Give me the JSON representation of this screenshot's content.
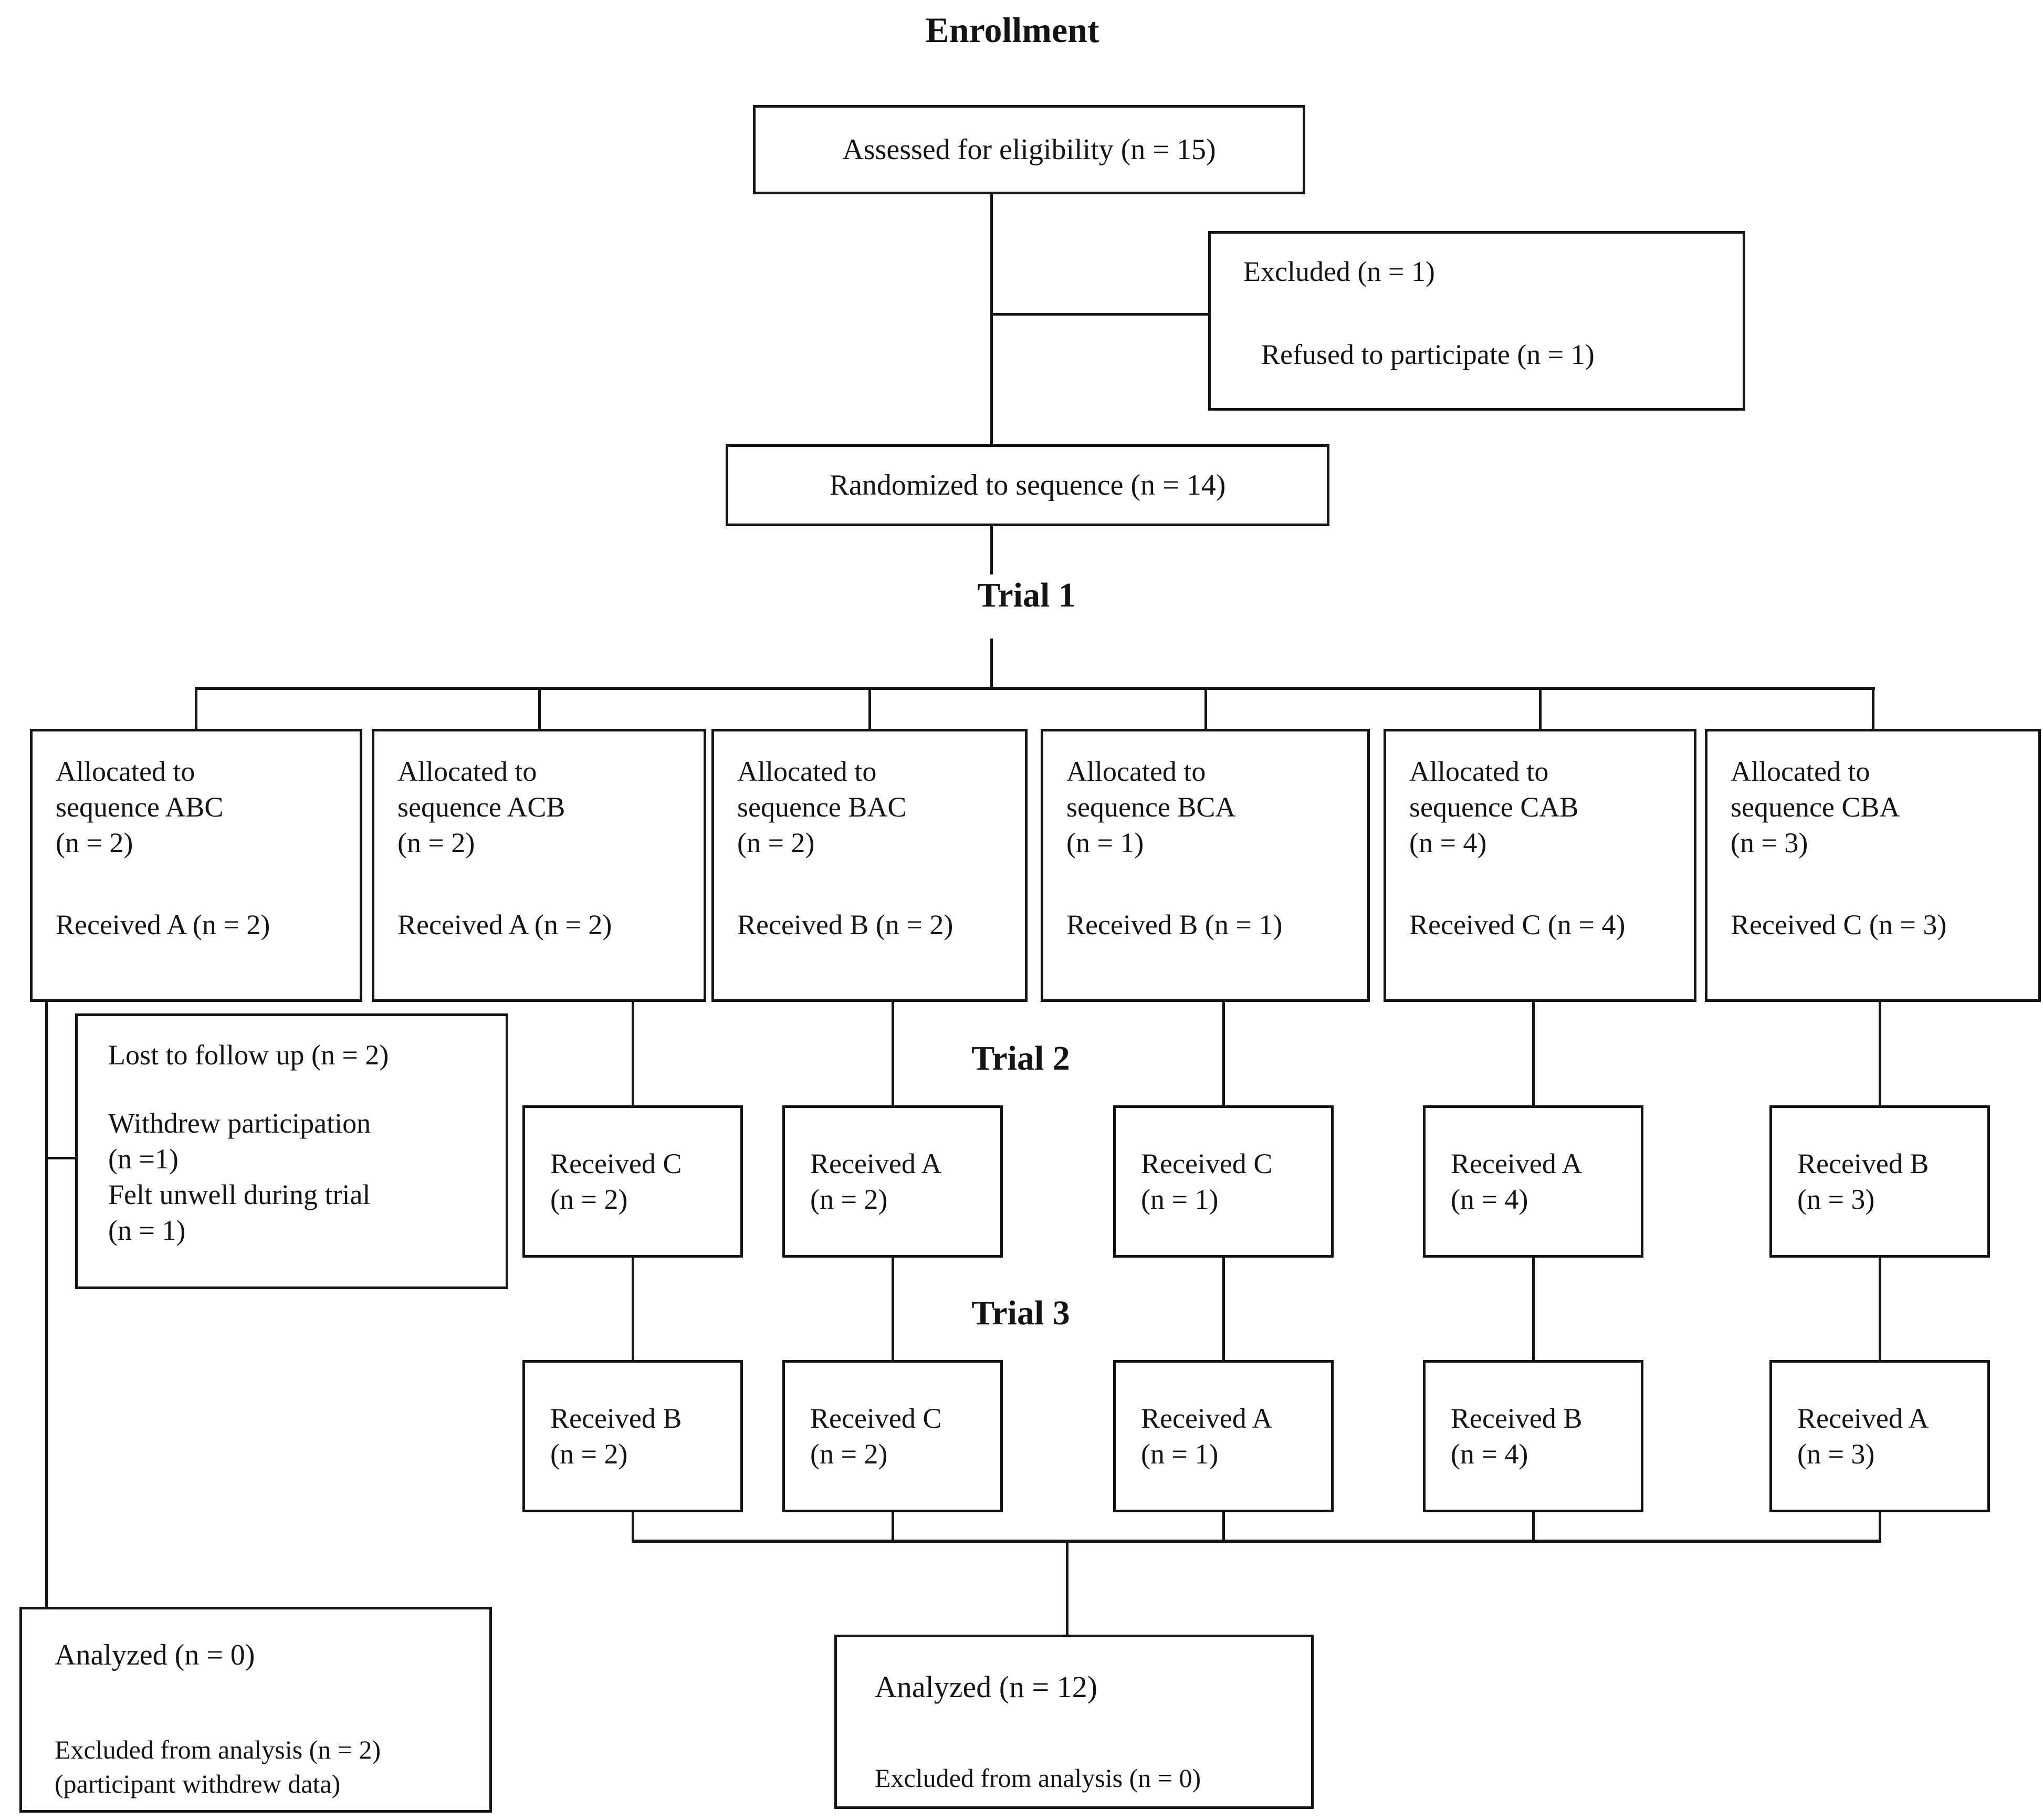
{
  "page": {
    "background": "#ffffff",
    "line_color": "#141414",
    "text_color": "#141414"
  },
  "headers": {
    "enrollment": "Enrollment",
    "trial1": "Trial 1",
    "trial2": "Trial 2",
    "trial3": "Trial 3"
  },
  "enrollment": {
    "assessed": "Assessed for eligibility (n = 15)",
    "excluded_title": "Excluded (n = 1)",
    "excluded_reason": "Refused to participate (n = 1)",
    "randomized": "Randomized to sequence (n = 14)"
  },
  "trial1_boxes": [
    {
      "l1": "Allocated to",
      "l2": "sequence ABC",
      "l3": "(n = 2)",
      "received": "Received A (n = 2)"
    },
    {
      "l1": "Allocated to",
      "l2": "sequence ACB",
      "l3": "(n = 2)",
      "received": "Received A (n = 2)"
    },
    {
      "l1": "Allocated to",
      "l2": "sequence BAC",
      "l3": "(n = 2)",
      "received": "Received B (n = 2)"
    },
    {
      "l1": "Allocated to",
      "l2": "sequence BCA",
      "l3": "(n = 1)",
      "received": "Received B (n = 1)"
    },
    {
      "l1": "Allocated to",
      "l2": "sequence CAB",
      "l3": "(n = 4)",
      "received": "Received C (n = 4)"
    },
    {
      "l1": "Allocated to",
      "l2": "sequence CBA",
      "l3": "(n = 3)",
      "received": "Received C (n = 3)"
    }
  ],
  "lost_box": {
    "title": "Lost to follow up (n = 2)",
    "r1": "Withdrew participation",
    "r2": "(n =1)",
    "r3": "Felt unwell during trial",
    "r4": "(n = 1)"
  },
  "trial2_boxes": [
    {
      "l1": "Received C",
      "l2": "(n = 2)"
    },
    {
      "l1": "Received A",
      "l2": "(n = 2)"
    },
    {
      "l1": "Received C",
      "l2": "(n = 1)"
    },
    {
      "l1": "Received A",
      "l2": "(n = 4)"
    },
    {
      "l1": "Received B",
      "l2": "(n = 3)"
    }
  ],
  "trial3_boxes": [
    {
      "l1": "Received B",
      "l2": "(n = 2)"
    },
    {
      "l1": "Received C",
      "l2": "(n = 2)"
    },
    {
      "l1": "Received A",
      "l2": "(n = 1)"
    },
    {
      "l1": "Received B",
      "l2": "(n = 4)"
    },
    {
      "l1": "Received A",
      "l2": "(n = 3)"
    }
  ],
  "analysis": {
    "left_title": "Analyzed (n = 0)",
    "left_l1": "Excluded from analysis (n = 2)",
    "left_l2": "(participant withdrew data)",
    "center_title": "Analyzed (n = 12)",
    "center_l1": "Excluded from analysis (n = 0)"
  }
}
